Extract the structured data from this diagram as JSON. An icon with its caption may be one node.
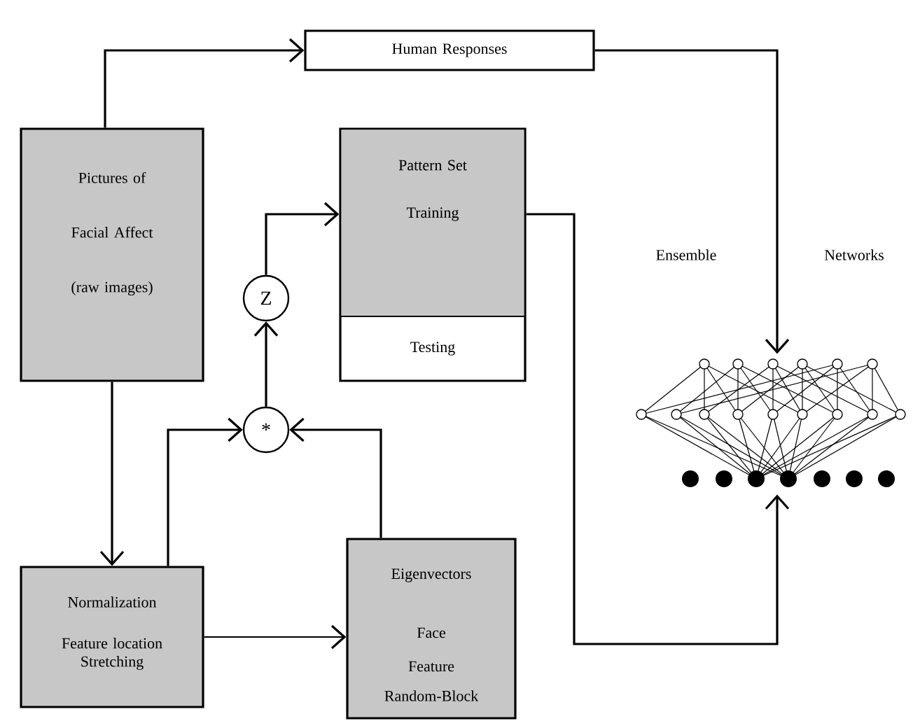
{
  "diagram": {
    "nodes": [
      {
        "text": [
          "Human Responses"
        ]
      },
      {
        "text": [
          "Pictures of Facial Affect (raw images)"
        ]
      },
      {
        "text": [
          "Pattern Set",
          "Training",
          "Testing"
        ]
      },
      {
        "text": [
          "Z"
        ]
      },
      {
        "text": [
          "*"
        ]
      },
      {
        "text": [
          "Normalization",
          "Feature location Stretching"
        ]
      },
      {
        "text": [
          "Eigenvectors",
          "Face",
          "Feature",
          "Random-Block"
        ]
      },
      {
        "text": [],
        "shape": "picture"
      }
    ],
    "labels": [
      "Ensemble",
      "Networks"
    ],
    "edges": [
      {
        "from": 1,
        "to": 0,
        "arrow": "to"
      },
      {
        "from": 0,
        "to": 7,
        "arrow": "to"
      },
      {
        "from": 1,
        "to": 5,
        "arrow": "to"
      },
      {
        "from": 5,
        "to": 4,
        "arrow": "to"
      },
      {
        "from": 6,
        "to": 4,
        "arrow": "to"
      },
      {
        "from": 4,
        "to": 3,
        "arrow": "to"
      },
      {
        "from": 3,
        "to": 2,
        "arrow": "to"
      },
      {
        "from": 5,
        "to": 6,
        "arrow": "to"
      },
      {
        "from": 2,
        "to": 7,
        "arrow": "to"
      }
    ]
  }
}
